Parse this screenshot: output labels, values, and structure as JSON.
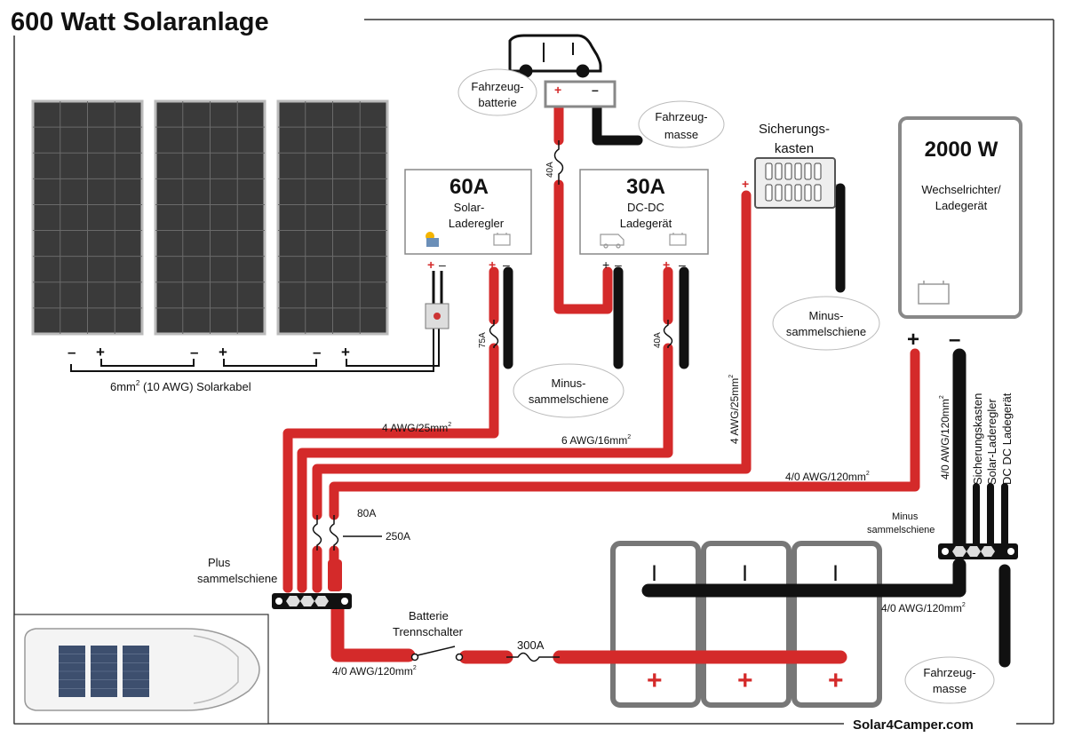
{
  "title": "600 Watt Solaranlage",
  "brand": "Solar4Camper.com",
  "colors": {
    "positive": "#d42a2a",
    "negative": "#111111",
    "panel": "#3a3a3a",
    "box_border": "#888888"
  },
  "vehicle_battery": {
    "line1": "Fahrzeug-",
    "line2": "batterie",
    "plus": "+",
    "minus": "–"
  },
  "vehicle_ground_top": {
    "line1": "Fahrzeug-",
    "line2": "masse"
  },
  "vehicle_ground_bottom": {
    "line1": "Fahrzeug-",
    "line2": "masse"
  },
  "fuse_box": {
    "line1": "Sicherungs-",
    "line2": "kasten",
    "plus": "+",
    "minus": "–"
  },
  "inverter": {
    "power": "2000 W",
    "line1": "Wechselrichter/",
    "line2": "Ladegerät",
    "plus": "+",
    "minus": "–"
  },
  "solar_controller": {
    "rating": "60A",
    "line1": "Solar-",
    "line2": "Laderegler",
    "pv_plus": "+",
    "pv_minus": "–",
    "bat_plus": "+",
    "bat_minus": "–"
  },
  "dcdc_charger": {
    "rating": "30A",
    "line1": "DC-DC",
    "line2": "Ladegerät",
    "in_plus": "+",
    "in_minus": "–",
    "out_plus": "+",
    "out_minus": "–"
  },
  "panels": {
    "cable_label": "6mm",
    "cable_sup": "2",
    "cable_suffix": " (10 AWG) Solarkabel",
    "terminals": [
      "–",
      "+",
      "–",
      "+",
      "–",
      "+"
    ]
  },
  "fuses": {
    "f40_top": "40A",
    "f75": "75A",
    "f40_dcdc": "40A",
    "f80": "80A",
    "f250": "250A",
    "f300": "300A"
  },
  "cables": {
    "c4awg_solar": "4 AWG/25mm",
    "c4awg_solar_sup": "2",
    "c6awg": "6 AWG/16mm",
    "c6awg_sup": "2",
    "c4awg_fuse": "4 AWG/25mm",
    "c4awg_fuse_sup": "2",
    "c40_inv": "4/0 AWG/120mm",
    "c40_inv_sup": "2",
    "c40_inv_neg": "4/0 AWG/120mm",
    "c40_inv_neg_sup": "2",
    "c40_bat_neg": "4/0 AWG/120mm",
    "c40_bat_neg_sup": "2",
    "c40_main": "4/0 AWG/120mm",
    "c40_main_sup": "2"
  },
  "neg_bus_left": {
    "line1": "Minus-",
    "line2": "sammelschiene"
  },
  "neg_bus_right": {
    "line1": "Minus-",
    "line2": "sammelschiene"
  },
  "neg_bus_main": {
    "line1": "Minus",
    "line2": "sammelschiene"
  },
  "pos_bus": {
    "line1": "Plus",
    "line2": "sammelschiene"
  },
  "disconnect": {
    "line1": "Batterie",
    "line2": "Trennschalter"
  },
  "neg_labels": [
    "Sicherungskasten",
    "Solar-Laderegler",
    "DC DC Ladegerät"
  ],
  "battery_terminal": {
    "plus": "+",
    "minus": "|"
  }
}
